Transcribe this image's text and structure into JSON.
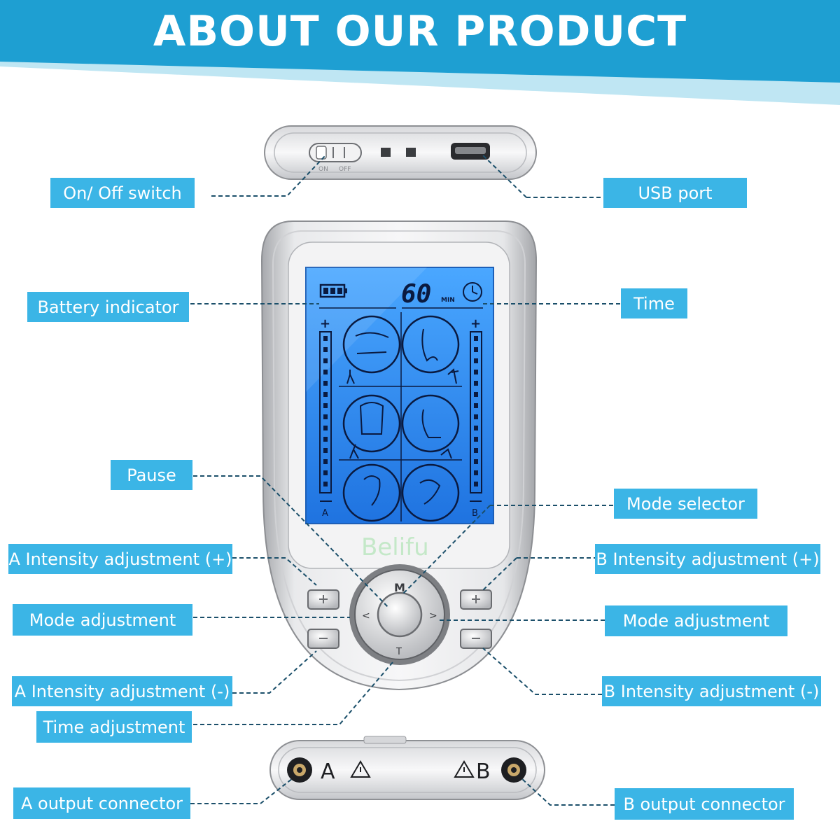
{
  "title": "ABOUT OUR PRODUCT",
  "colors": {
    "banner_dark": "#1e9fd2",
    "banner_light": "#bfe6f3",
    "callout": "#3bb5e6",
    "lcd": "#2f86ef",
    "leader": "#1b4f6a"
  },
  "device": {
    "brand": "Belifu",
    "switch_labels": {
      "on": "ON",
      "off": "OFF"
    },
    "display": {
      "time_value": "60",
      "time_unit": "MIN",
      "channel_a": "A",
      "channel_b": "B",
      "plus": "+",
      "minus": "—"
    },
    "keys": {
      "mode": "M",
      "time": "T",
      "left": "<",
      "right": ">"
    },
    "connectors": {
      "a": "A",
      "b": "B"
    }
  },
  "callouts": {
    "on_off_switch": "On/ Off switch",
    "usb_port": "USB port",
    "battery_indicator": "Battery indicator",
    "time": "Time",
    "pause": "Pause",
    "mode_selector": "Mode selector",
    "a_intensity_plus": "A Intensity adjustment (+)",
    "b_intensity_plus": "B Intensity adjustment (+)",
    "mode_adjustment_left": "Mode adjustment",
    "mode_adjustment_right": "Mode adjustment",
    "a_intensity_minus": "A Intensity adjustment (-)",
    "b_intensity_minus": "B Intensity adjustment (-)",
    "time_adjustment": "Time adjustment",
    "a_output_connector": "A output connector",
    "b_output_connector": "B output connector"
  }
}
